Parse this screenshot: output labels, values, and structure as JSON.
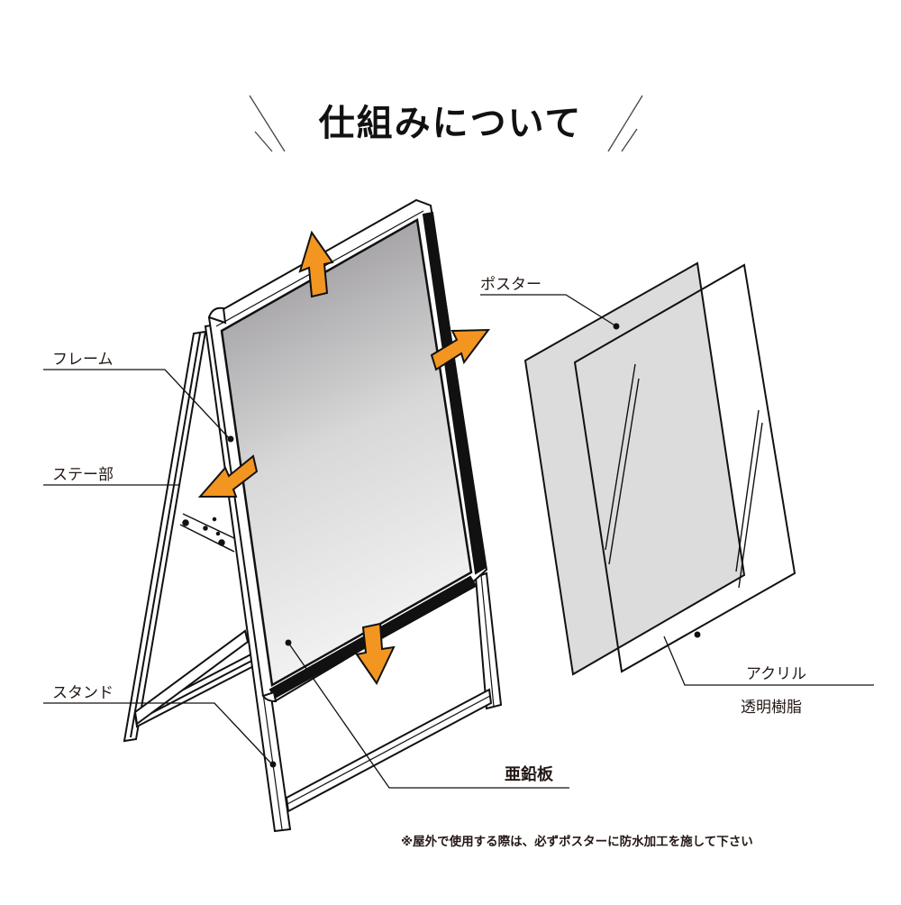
{
  "title": "仕組みについて",
  "colors": {
    "accent_arrow": "#F39521",
    "line": "#111111",
    "poster_fill": "#DCDCDC",
    "panel_gradient_top": "#8E8B90",
    "panel_gradient_bottom": "#F2F2F2",
    "text": "#231815"
  },
  "labels": {
    "frame": "フレーム",
    "stay": "ステー部",
    "stand": "スタンド",
    "poster": "ポスター",
    "acrylic": "アクリル",
    "acrylic_sub": "透明樹脂",
    "zinc_plate": "亜鉛板"
  },
  "footnote": "※屋外で使用する際は、必ずポスターに防水加工を施して下さい",
  "arrows": [
    {
      "name": "arrow-up",
      "direction": "up"
    },
    {
      "name": "arrow-right",
      "direction": "right"
    },
    {
      "name": "arrow-left",
      "direction": "left"
    },
    {
      "name": "arrow-down",
      "direction": "down"
    }
  ]
}
